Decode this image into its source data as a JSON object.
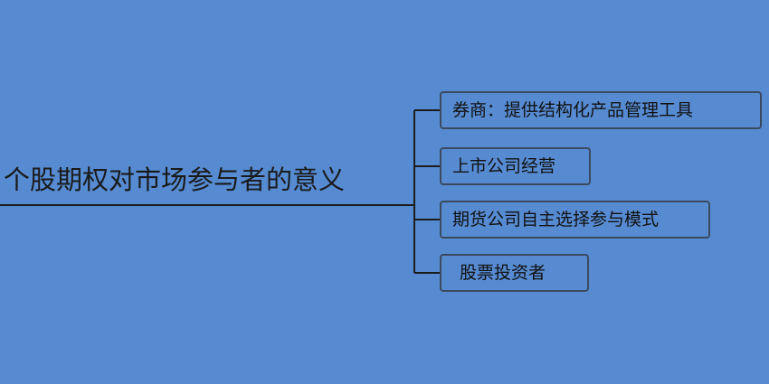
{
  "mindmap": {
    "root": {
      "label": "个股期权对市场参与者的意义"
    },
    "branches": [
      {
        "label": "券商：提供结构化产品管理工具"
      },
      {
        "label": "上市公司经营"
      },
      {
        "label": "期货公司自主选择参与模式"
      },
      {
        "label": "股票投资者"
      }
    ]
  },
  "colors": {
    "background": "#568bd2",
    "line": "#1c1c1c",
    "node_border": "#3b4a5e",
    "text": "#111111"
  }
}
